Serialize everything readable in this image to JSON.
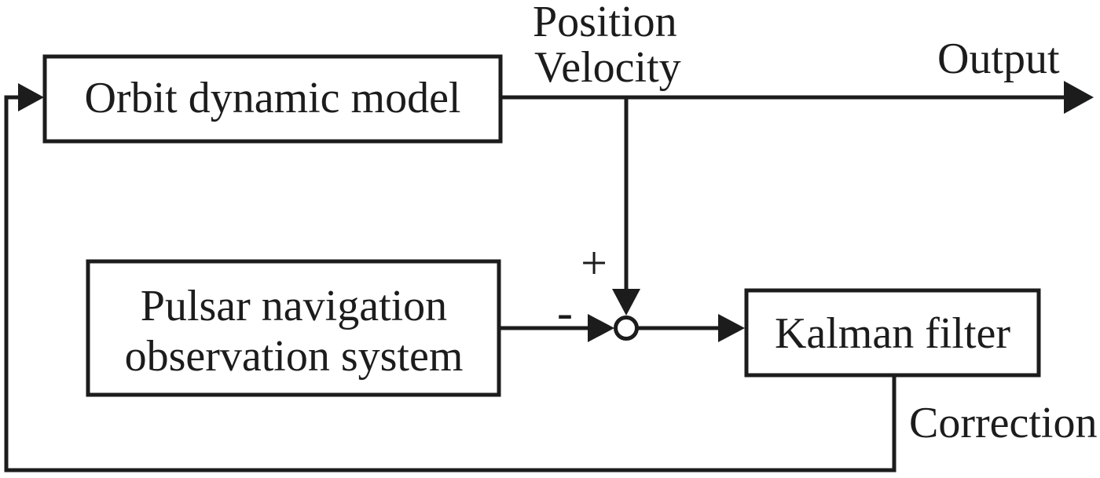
{
  "page": {
    "background_color": "#ffffff"
  },
  "diagram": {
    "type": "control-system-block-diagram",
    "stroke_color": "#1c1c1c",
    "text_color": "#1c1c1c",
    "boxes": {
      "orbit": {
        "label": "Orbit dynamic model"
      },
      "pulsar": {
        "line1": "Pulsar navigation",
        "line2": "observation system"
      },
      "kalman": {
        "label": "Kalman filter"
      }
    },
    "signals": {
      "position": "Position",
      "velocity": "Velocity",
      "output": "Output",
      "correction": "Correction",
      "plus_sign": "+",
      "minus_sign": "-"
    }
  }
}
